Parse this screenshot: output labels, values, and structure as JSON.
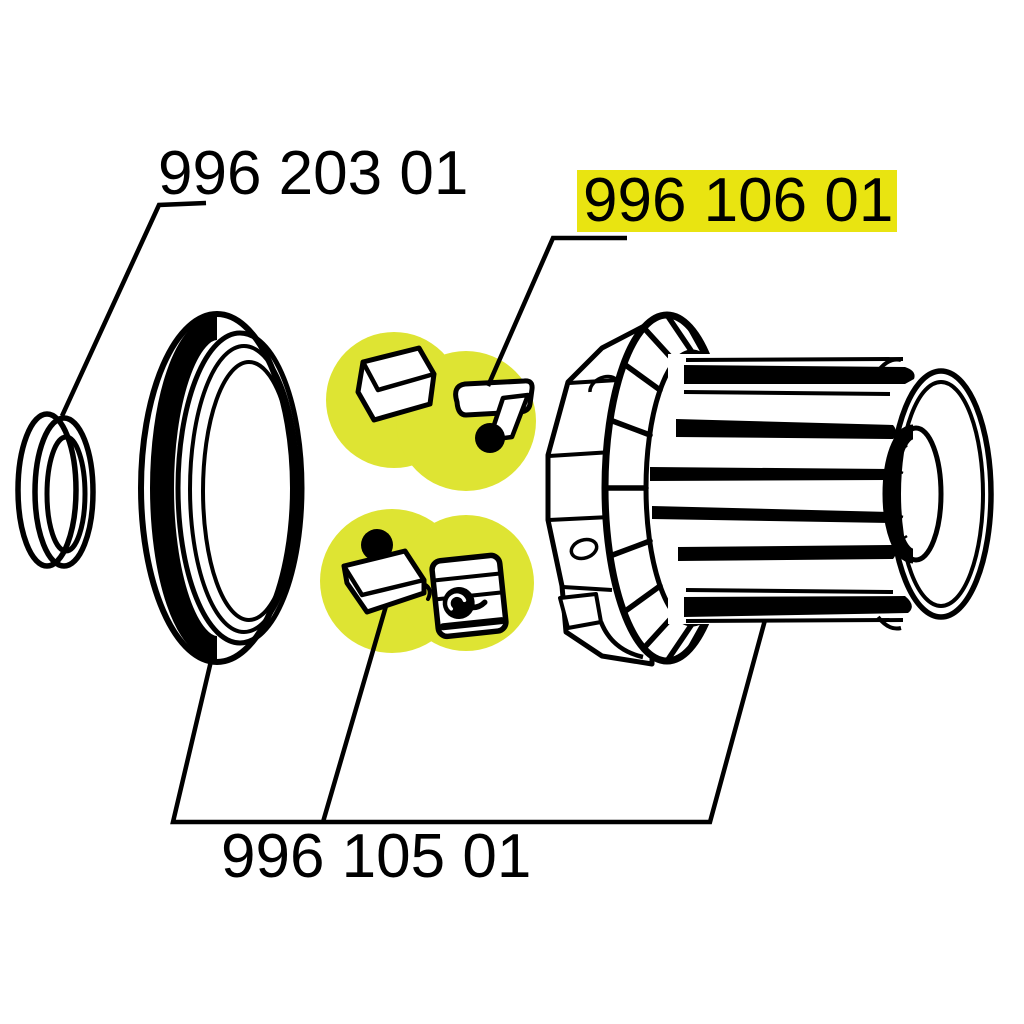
{
  "diagram": {
    "kind": "exploded-parts-diagram",
    "labels": {
      "part_203": {
        "text": "996 203 01",
        "highlighted": false
      },
      "part_106": {
        "text": "996 106 01",
        "highlighted": true
      },
      "part_105": {
        "text": "996 105 01",
        "highlighted": false
      }
    },
    "drawings": [
      "spacer-ring-drawing",
      "seal-ring-drawing",
      "upper-pawl-pair-drawing",
      "lower-pawl-pair-drawing",
      "freehub-body-drawing"
    ]
  },
  "colors": {
    "line": "#000000",
    "label_text": "#000000",
    "selected_label_highlight": "#e9e411",
    "part_group_highlight": "#dee433",
    "background": "#ffffff"
  }
}
